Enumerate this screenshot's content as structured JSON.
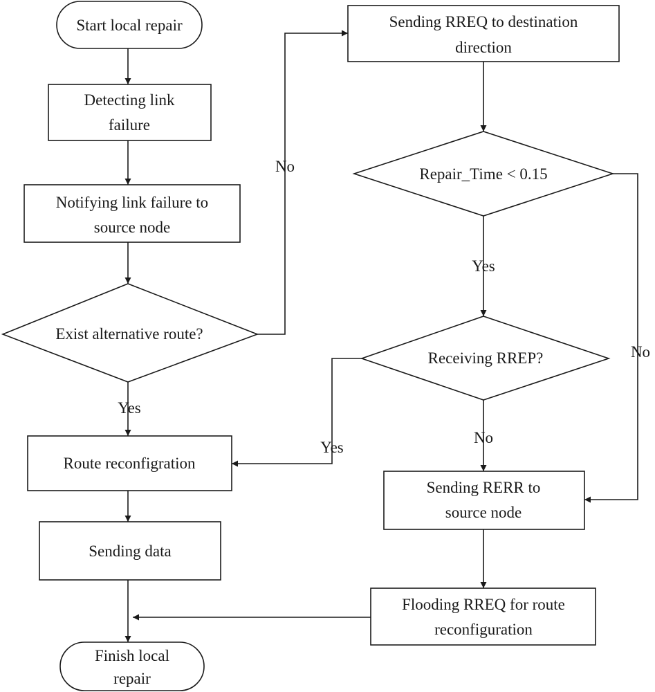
{
  "nodes": {
    "start": [
      "Start local repair"
    ],
    "detect": [
      "Detecting link",
      "failure"
    ],
    "notify": [
      "Notifying link failure to",
      "source node"
    ],
    "exist": [
      "Exist alternative route?"
    ],
    "reconfig": [
      "Route reconfigration"
    ],
    "send_data": [
      "Sending data"
    ],
    "finish": [
      "Finish local",
      "repair"
    ],
    "send_rreq": [
      "Sending RREQ to destination",
      "direction"
    ],
    "repair_time": [
      "Repair_Time < 0.15"
    ],
    "receiving": [
      "Receiving RREP?"
    ],
    "send_rerr": [
      "Sending RERR to",
      "source node"
    ],
    "flooding": [
      "Flooding RREQ for route",
      "reconfiguration"
    ]
  },
  "edge_labels": {
    "exist_no": "No",
    "exist_yes": "Yes",
    "repair_yes": "Yes",
    "repair_no": "No",
    "receiving_yes": "Yes",
    "receiving_no": "No"
  }
}
